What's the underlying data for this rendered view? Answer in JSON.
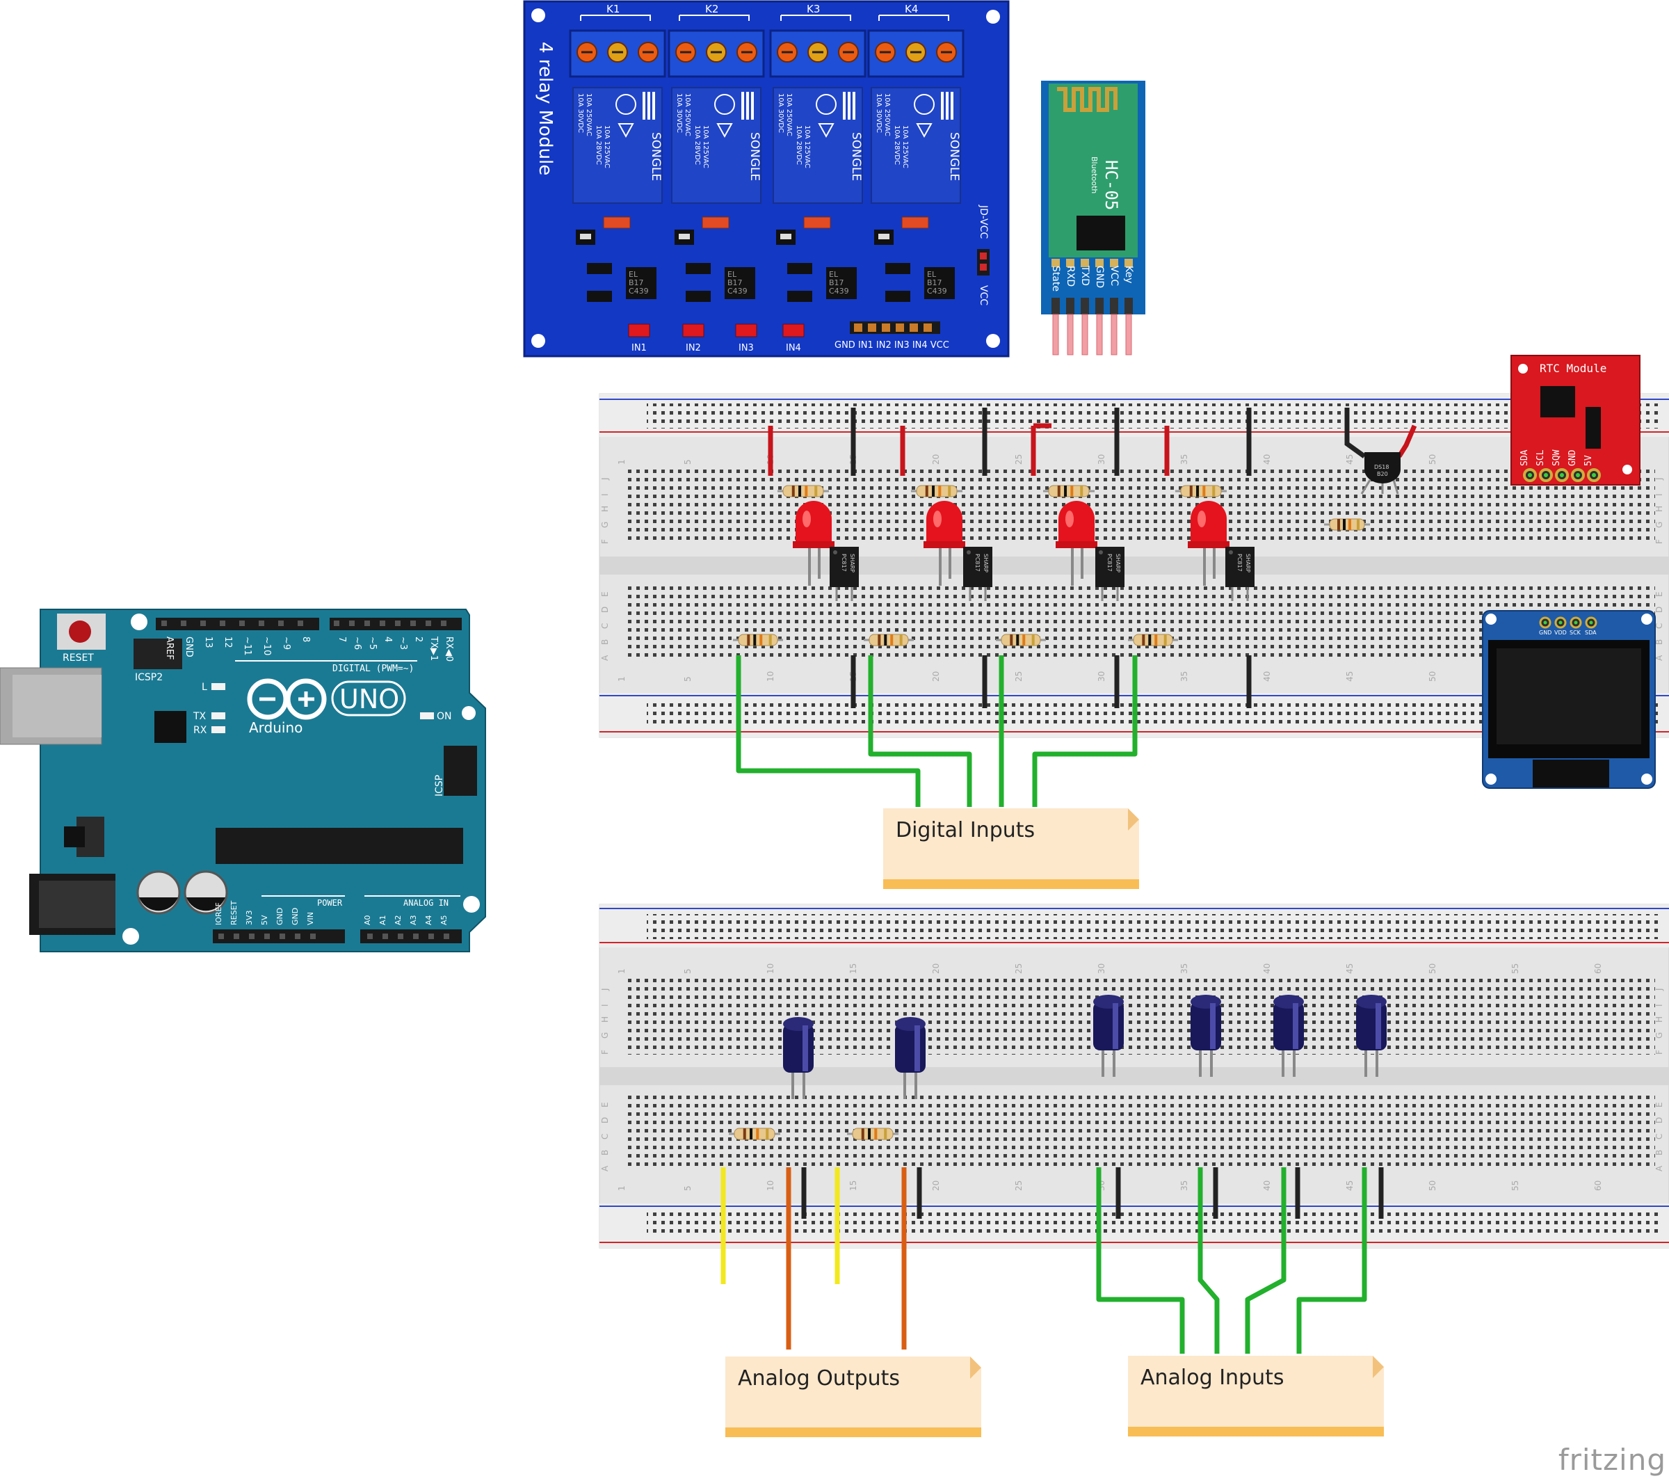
{
  "relay_module": {
    "title": "4 relay Module",
    "relays": [
      "K1",
      "K2",
      "K3",
      "K4"
    ],
    "relay_brand": "SONGLE",
    "relay_rating_a": "10A 250VAC",
    "relay_rating_b": "10A 125VAC",
    "relay_rating_c": "10A 30VDC",
    "relay_rating_d": "10A 28VDC",
    "optocoupler": [
      "EL",
      "B17",
      "C439"
    ],
    "jd_vcc": "JD-VCC",
    "vcc": "VCC",
    "input_leds": [
      "IN1",
      "IN2",
      "IN3",
      "IN4"
    ],
    "header_label": "GND IN1 IN2 IN3 IN4 VCC"
  },
  "bluetooth": {
    "model": "HC-05",
    "subtitle": "Bluetooth",
    "pins": [
      "State",
      "RXD",
      "TXD",
      "GND",
      "VCC",
      "Key"
    ]
  },
  "rtc": {
    "title": "RTC Module",
    "pins": [
      "SDA",
      "SCL",
      "SQW",
      "GND",
      "5V"
    ]
  },
  "oled": {
    "pins": [
      "GND",
      "VDD",
      "SCK",
      "SDA"
    ]
  },
  "arduino": {
    "reset": "RESET",
    "icsp2": "ICSP2",
    "icsp": "ICSP",
    "model": "UNO",
    "brand": "Arduino",
    "digital_label": "DIGITAL (PWM=~)",
    "power_label": "POWER",
    "analog_label": "ANALOG IN",
    "led_l": "L",
    "led_tx": "TX",
    "led_rx": "RX",
    "led_on": "ON",
    "digital_pins": [
      "AREF",
      "GND",
      "13",
      "12",
      "~11",
      "~10",
      "~9",
      "8",
      "7",
      "~6",
      "~5",
      "4",
      "~3",
      "2",
      "TX▶1",
      "RX◀0"
    ],
    "power_pins": [
      "IOREF",
      "RESET",
      "3V3",
      "5V",
      "GND",
      "GND",
      "VIN"
    ],
    "analog_pins": [
      "A0",
      "A1",
      "A2",
      "A3",
      "A4",
      "A5"
    ]
  },
  "breadboard": {
    "column_numbers": [
      "1",
      "5",
      "10",
      "15",
      "20",
      "25",
      "30",
      "35",
      "40",
      "45",
      "50",
      "55",
      "60"
    ],
    "row_letters_top": [
      "J",
      "I",
      "H",
      "G",
      "F"
    ],
    "row_letters_bottom": [
      "E",
      "D",
      "C",
      "B",
      "A"
    ]
  },
  "optocoupler_chip": [
    "PC817",
    "SHARP"
  ],
  "temp_sensor": [
    "DS18",
    "B20"
  ],
  "notes": {
    "digital_inputs": "Digital Inputs",
    "analog_outputs": "Analog Outputs",
    "analog_inputs": "Analog Inputs"
  },
  "watermark": "fritzing",
  "colors": {
    "arduino": "#1b7a93",
    "relay_board": "#1338c4",
    "rtc_board": "#d9181f",
    "bluetooth_board": "#0e65b5",
    "bluetooth_pcb": "#2e9e6d",
    "oled_board": "#1e5aa8",
    "wire_green": "#22b02d",
    "wire_black": "#222222",
    "wire_red": "#c8141b",
    "wire_yellow": "#f2e81e",
    "wire_orange": "#d95e14",
    "note_fill": "#fde8cc",
    "note_bar": "#f8bd55"
  }
}
